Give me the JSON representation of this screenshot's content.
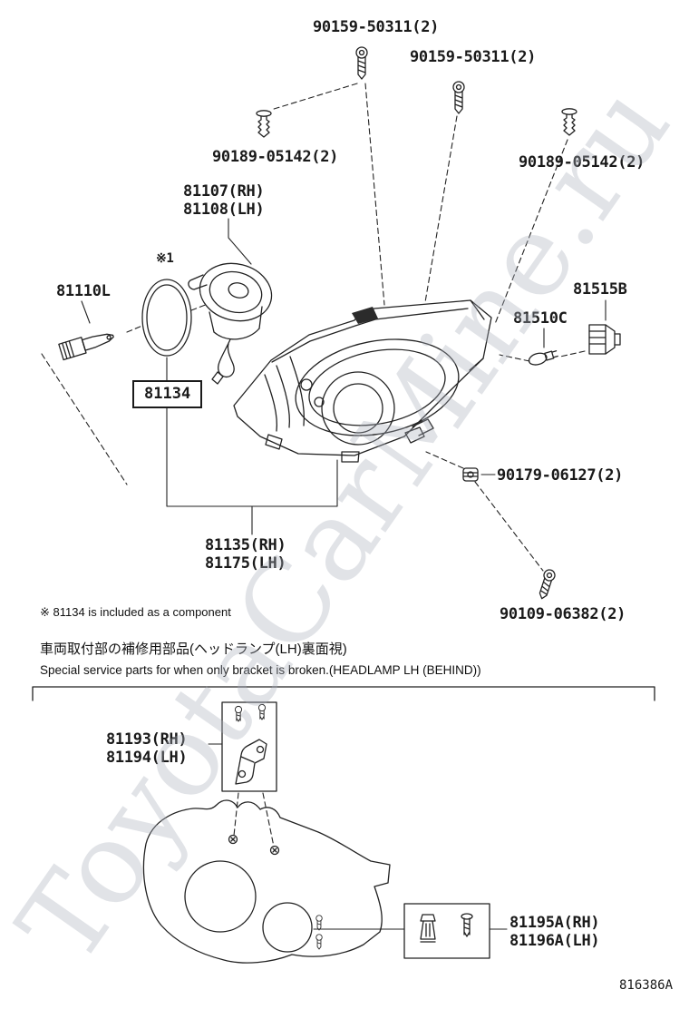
{
  "watermark": "ToyotaCarMine.ru",
  "doc_number": "816386A",
  "notes": {
    "ref_marker": "※1",
    "footnote": "※ 81134 is included as a component",
    "service_note_jp": "車両取付部の補修用部品(ヘッドランプ(LH)裏面視)",
    "service_note_en": "Special service parts for when only bracket is broken.(HEADLAMP LH (BEHIND))"
  },
  "parts": {
    "screw_top_left": "90159-50311(2)",
    "screw_top_right": "90159-50311(2)",
    "clip_left": "90189-05142(2)",
    "clip_right": "90189-05142(2)",
    "igniter_rh": "81107(RH)",
    "igniter_lh": "81108(LH)",
    "bulb": "81110L",
    "gasket": "81134",
    "socket": "81515B",
    "bulb_small": "81510C",
    "nut": "90179-06127(2)",
    "headlamp_rh": "81135(RH)",
    "headlamp_lh": "81175(LH)",
    "screw_lower": "90109-06382(2)",
    "bracket_rh": "81193(RH)",
    "bracket_lh": "81194(LH)",
    "repair_rh": "81195A(RH)",
    "repair_lh": "81196A(LH)"
  }
}
